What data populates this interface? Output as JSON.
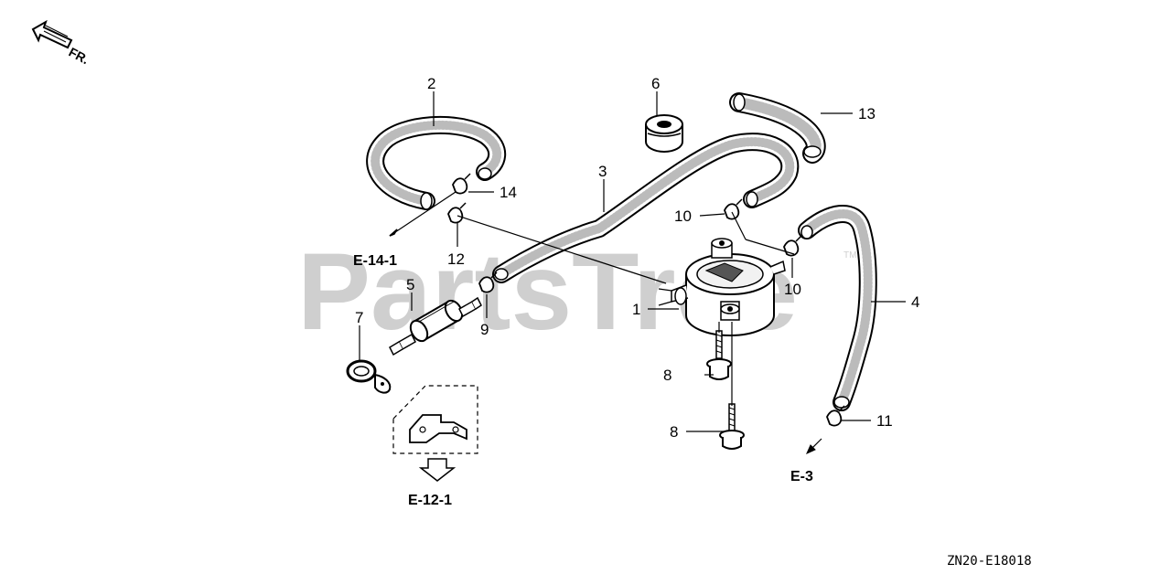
{
  "watermark": {
    "text": "PartsTree",
    "trademark": "TM"
  },
  "direction": {
    "label": "FR."
  },
  "callouts": {
    "c1": "1",
    "c2": "2",
    "c3": "3",
    "c4": "4",
    "c5": "5",
    "c6": "6",
    "c7": "7",
    "c8a": "8",
    "c8b": "8",
    "c9": "9",
    "c10a": "10",
    "c10b": "10",
    "c11": "11",
    "c12": "12",
    "c13": "13",
    "c14": "14"
  },
  "references": {
    "e14": "E-14-1",
    "e12": "E-12-1",
    "e3": "E-3"
  },
  "diagram_code": "ZN20-E18018"
}
